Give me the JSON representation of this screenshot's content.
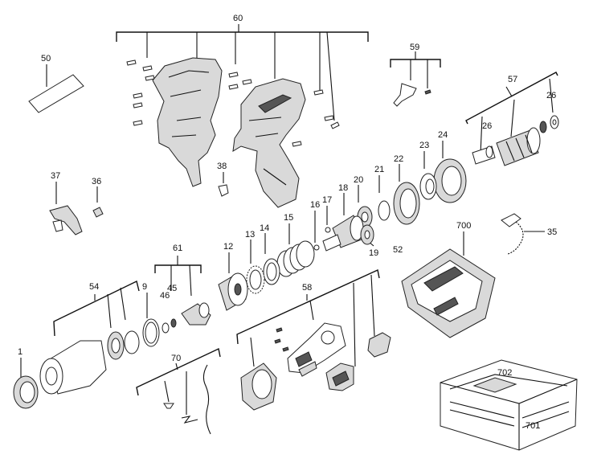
{
  "colors": {
    "ink": "#111111",
    "part_fill": "#ffffff",
    "part_shade": "#d9d9d9",
    "dark": "#555555"
  },
  "callouts": {
    "c1": "1",
    "c9": "9",
    "c12": "12",
    "c13": "13",
    "c14": "14",
    "c15": "15",
    "c16": "16",
    "c17": "17",
    "c18": "18",
    "c19": "19",
    "c20": "20",
    "c21": "21",
    "c22": "22",
    "c23": "23",
    "c24": "24",
    "c26a": "26",
    "c26b": "26",
    "c35": "35",
    "c36": "36",
    "c37": "37",
    "c38": "38",
    "c45": "45",
    "c46": "46",
    "c50": "50",
    "c52": "52",
    "c54": "54",
    "c57": "57",
    "c58": "58",
    "c59": "59",
    "c60": "60",
    "c61": "61",
    "c70": "70",
    "c700": "700",
    "c701": "701",
    "c702": "702"
  }
}
